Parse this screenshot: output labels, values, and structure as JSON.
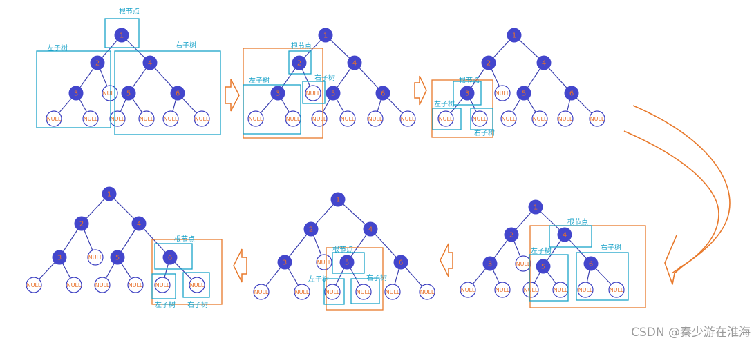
{
  "colors": {
    "node_fill": "#4346cc",
    "node_text": "#e8702a",
    "null_stroke": "#3c3fc2",
    "null_text": "#e8702a",
    "edge": "#3a3fb0",
    "box_blue": "#1aa3c9",
    "box_orange": "#e8792b",
    "watermark": "#9a9a9a"
  },
  "labels": {
    "root": "根节点",
    "left": "左子树",
    "right": "右子树",
    "null": "NULL"
  },
  "nodes": [
    "1",
    "2",
    "3",
    "4",
    "5",
    "6"
  ],
  "watermark": "CSDN @秦少游在淮海",
  "icons": [
    "arrow-right-icon",
    "arrow-left-icon",
    "curved-arrow-icon"
  ]
}
